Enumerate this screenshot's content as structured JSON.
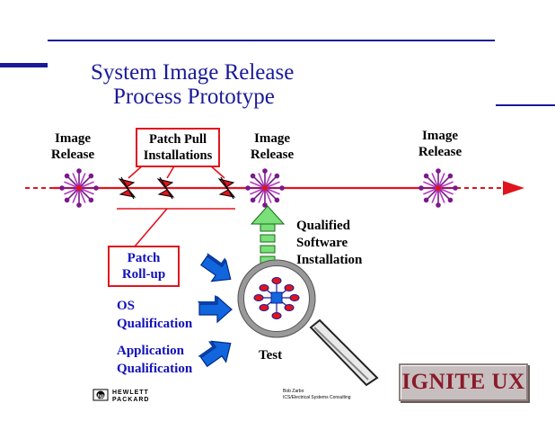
{
  "title": {
    "line1": "System Image Release",
    "line2": "Process Prototype"
  },
  "labels": {
    "image_release": "Image\nRelease",
    "patch_pull": "Patch Pull\nInstallations",
    "qualified_install": "Qualified\nSoftware\nInstallation",
    "patch_rollup": "Patch\nRoll-up",
    "os_qualification": "OS\nQualification",
    "app_qualification": "Application\nQualification",
    "test": "Test"
  },
  "footer": {
    "hp_line1": "HEWLETT",
    "hp_line2": "PACKARD",
    "author_line1": "Bob Zarbo",
    "author_line2": "ICS/Electrical Systems Consulting",
    "badge": "IGNITE UX"
  },
  "colors": {
    "title_blue": "#1a1a99",
    "rule_blue": "#1a1a99",
    "timeline_red": "#e0141e",
    "starburst_purple": "#7a1a8a",
    "qualifier_blue": "#1166dd",
    "growth_green": "#7ae07a",
    "badge_text": "#8a1a2a"
  },
  "icons": [
    "starburst-icon",
    "lightning-icon",
    "magnifier-icon",
    "hp-logo-icon"
  ]
}
